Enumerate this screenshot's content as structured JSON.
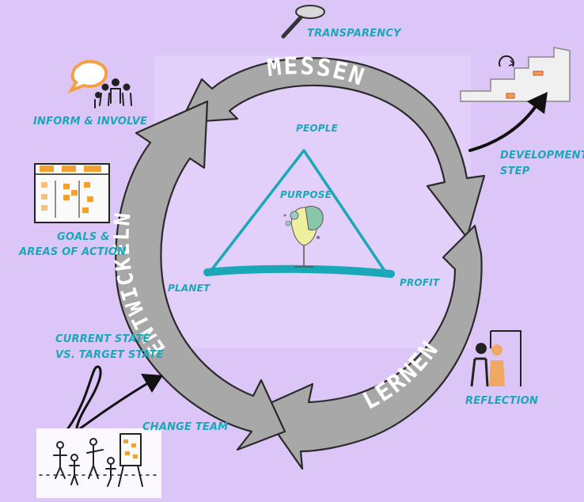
{
  "cycle": {
    "measure": "MESSEN",
    "learn": "LERNEN",
    "develop": "ENTWICKELN"
  },
  "triangle": {
    "top": "PEOPLE",
    "left": "PLANET",
    "right": "PROFIT",
    "center": "PURPOSE"
  },
  "labels": {
    "transparency": "TRANSPARENCY",
    "inform_1": "INFORM & INVOLVE",
    "development_1": "DEVELOPMENT",
    "development_2": "STEP",
    "goals_1": "GOALS &",
    "goals_2": "AREAS OF ACTION",
    "current_1": "CURRENT STATE",
    "current_2": "VS. TARGET STATE",
    "reflection": "REFLECTION",
    "change_team": "CHANGE TEAM"
  },
  "colors": {
    "background": "#dcc6f8",
    "arrow_fill": "#a8a8a8",
    "accent_teal": "#1aa8b8",
    "speech_orange": "#f5a040",
    "sticky_orange": "#f2a030"
  },
  "icons": [
    "magnifier-icon",
    "speech-bubble-icon",
    "people-group-icon",
    "sticky-board-icon",
    "stairs-icon",
    "reflection-mirror-icon",
    "change-team-icon",
    "tree-icon"
  ]
}
